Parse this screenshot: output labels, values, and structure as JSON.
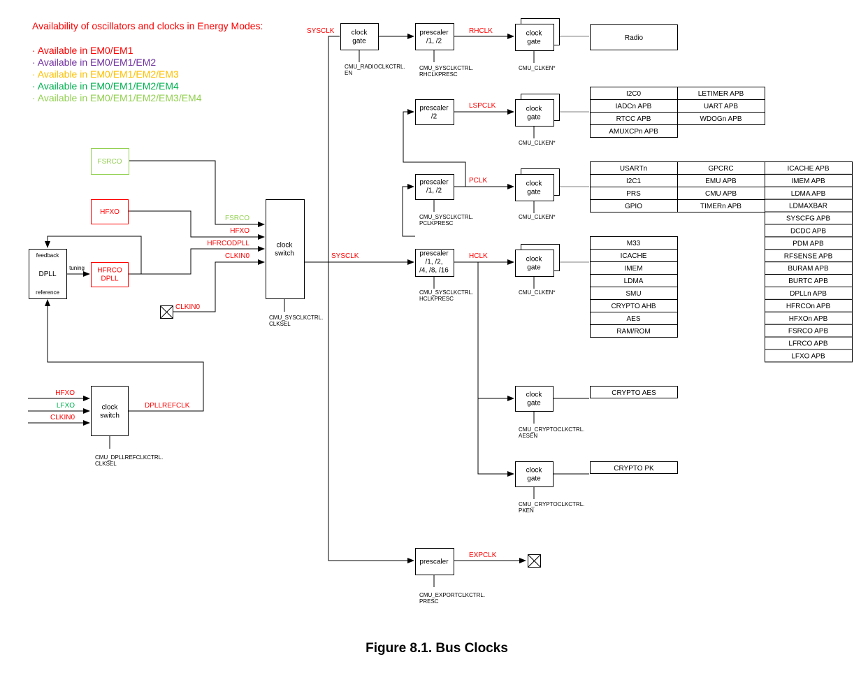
{
  "colors": {
    "em1": "#ff0000",
    "em2": "#7030a0",
    "em3": "#ffc000",
    "em4": "#00b050",
    "em4b": "#92d050",
    "line": "#000000",
    "box": "#000000",
    "gateline": "#808080"
  },
  "legend": {
    "title": "Availability of oscillators and clocks in Energy Modes:",
    "items": [
      {
        "text": "· Available in EM0/EM1",
        "color": "#ff0000"
      },
      {
        "text": "· Available in EM0/EM1/EM2",
        "color": "#7030a0"
      },
      {
        "text": "· Available in EM0/EM1/EM2/EM3",
        "color": "#ffc000"
      },
      {
        "text": "· Available in EM0/EM1/EM2/EM4",
        "color": "#00b050"
      },
      {
        "text": "· Available in EM0/EM1/EM2/EM3/EM4",
        "color": "#92d050"
      }
    ]
  },
  "sources": {
    "fsrco": "FSRCO",
    "hfxo": "HFXO",
    "hfrco_dpll": [
      "HFRCO",
      "DPLL"
    ],
    "dpll": "DPLL",
    "dpll_feedback": "feedback",
    "dpll_reference": "reference",
    "tuning": "tuning",
    "clkin0": "CLKIN0"
  },
  "signals": {
    "fsrco": "FSRCO",
    "hfxo": "HFXO",
    "hfrcodpll": "HFRCODPLL",
    "clkin0": "CLKIN0",
    "sysclk": "SYSCLK",
    "rhclk": "RHCLK",
    "lspclk": "LSPCLK",
    "pclk": "PCLK",
    "hclk": "HCLK",
    "expclk": "EXPCLK",
    "dpllrefclk": "DPLLREFCLK",
    "ref_hfxo": "HFXO",
    "ref_lfxo": "LFXO",
    "ref_clkin0": "CLKIN0"
  },
  "blocks": {
    "clock_switch": [
      "clock",
      "switch"
    ],
    "clock_gate": [
      "clock",
      "gate"
    ],
    "presc_rhclk": [
      "prescaler",
      "/1, /2"
    ],
    "presc_lspclk": [
      "prescaler",
      "/2"
    ],
    "presc_pclk": [
      "prescaler",
      "/1, /2"
    ],
    "presc_hclk": [
      "prescaler",
      "/1, /2,",
      "/4, /8, /16"
    ],
    "presc_exp": [
      "prescaler"
    ]
  },
  "registers": {
    "sysclk_sel": [
      "CMU_SYSCLKCTRL.",
      "CLKSEL"
    ],
    "dpllref_sel": [
      "CMU_DPLLREFCLKCTRL.",
      "CLKSEL"
    ],
    "radio_en": [
      "CMU_RADIOCLKCTRL.",
      "EN"
    ],
    "rhclk_presc": [
      "CMU_SYSCLKCTRL.",
      "RHCLKPRESC"
    ],
    "pclk_presc": [
      "CMU_SYSCLKCTRL.",
      "PCLKPRESC"
    ],
    "hclk_presc": [
      "CMU_SYSCLKCTRL.",
      "HCLKPRESC"
    ],
    "exp_presc": [
      "CMU_EXPORTCLKCTRL.",
      "PRESC"
    ],
    "clken": "CMU_CLKEN*",
    "aes_en": [
      "CMU_CRYPTOCLKCTRL.",
      "AESEN"
    ],
    "pk_en": [
      "CMU_CRYPTOCLKCTRL.",
      "PKEN"
    ]
  },
  "peripherals": {
    "radio": "Radio",
    "lspclk": [
      "I2C0",
      "LETIMER APB",
      "IADCn APB",
      "UART APB",
      "RTCC APB",
      "WDOGn APB",
      "AMUXCPn APB"
    ],
    "pclk_col1": [
      "USARTn",
      "I2C1",
      "PRS",
      "GPIO"
    ],
    "pclk_col2": [
      "GPCRC",
      "EMU APB",
      "CMU APB",
      "TIMERn APB"
    ],
    "pclk_col3": [
      "ICACHE APB",
      "IMEM APB",
      "LDMA APB",
      "LDMAXBAR",
      "SYSCFG APB",
      "DCDC APB",
      "PDM APB",
      "RFSENSE APB",
      "BURAM APB",
      "BURTC APB",
      "DPLLn APB",
      "HFRCOn APB",
      "HFXOn APB",
      "FSRCO APB",
      "LFRCO APB",
      "LFXO APB"
    ],
    "hclk": [
      "M33",
      "ICACHE",
      "IMEM",
      "LDMA",
      "SMU",
      "CRYPTO AHB",
      "AES",
      "RAM/ROM"
    ],
    "crypto_aes": "CRYPTO AES",
    "crypto_pk": "CRYPTO PK"
  },
  "caption": "Figure 8.1.  Bus Clocks"
}
